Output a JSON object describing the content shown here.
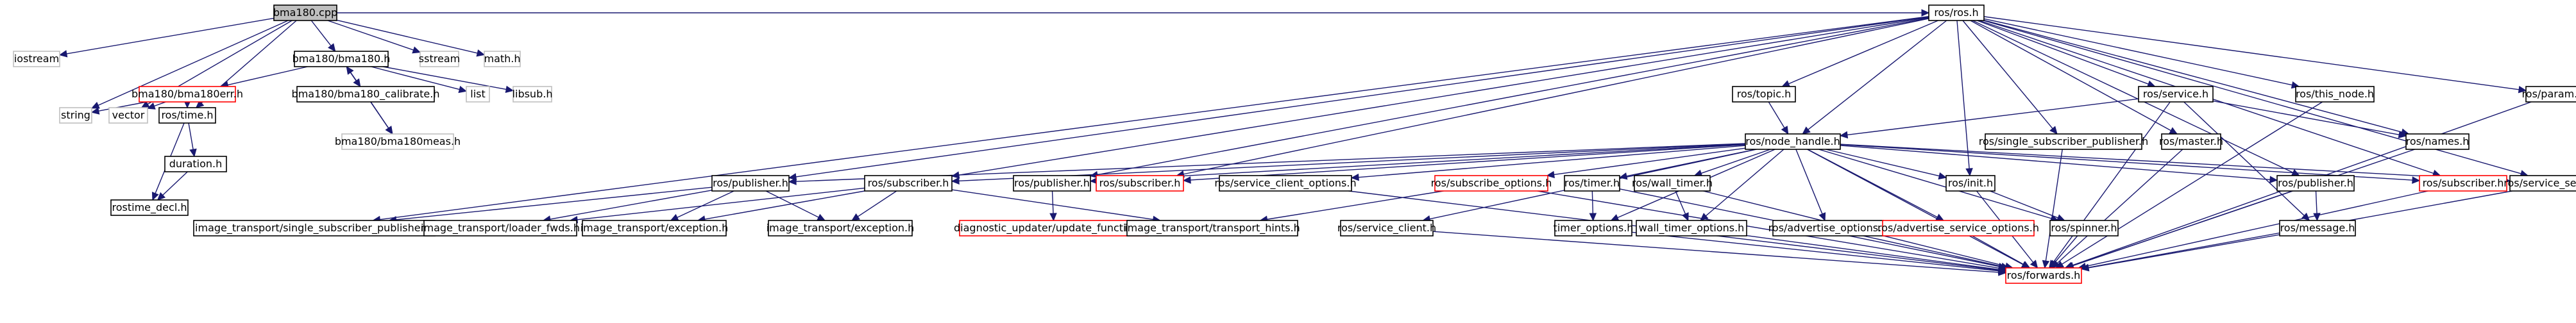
{
  "diagram": {
    "colors": {
      "edge": "#191970",
      "border_black": "#000000",
      "border_gray": "#bfbfbf",
      "border_red": "#ff0000",
      "root_fill": "#bfbfbf"
    },
    "nodes": [
      {
        "id": "n0",
        "label": "bma180.cpp",
        "style": "root"
      },
      {
        "id": "n1",
        "label": "iostream",
        "style": "gray"
      },
      {
        "id": "n2",
        "label": "string",
        "style": "gray"
      },
      {
        "id": "n3",
        "label": "vector",
        "style": "gray"
      },
      {
        "id": "n4",
        "label": "ros/time.h",
        "style": "black"
      },
      {
        "id": "n5",
        "label": "bma180/bma180.h",
        "style": "black"
      },
      {
        "id": "n6",
        "label": "sstream",
        "style": "gray"
      },
      {
        "id": "n7",
        "label": "math.h",
        "style": "gray"
      },
      {
        "id": "n8",
        "label": "ros/ros.h",
        "style": "black"
      },
      {
        "id": "n9",
        "label": "bma180/bma180err.h",
        "style": "red"
      },
      {
        "id": "n10",
        "label": "bma180/bma180_calibrate.h",
        "style": "black"
      },
      {
        "id": "n11",
        "label": "list",
        "style": "gray"
      },
      {
        "id": "n12",
        "label": "libsub.h",
        "style": "gray"
      },
      {
        "id": "n13",
        "label": "bma180/bma180meas.h",
        "style": "gray"
      },
      {
        "id": "n14",
        "label": "duration.h",
        "style": "black"
      },
      {
        "id": "n15",
        "label": "rostime_decl.h",
        "style": "black"
      },
      {
        "id": "n16",
        "label": "ros/topic.h",
        "style": "black"
      },
      {
        "id": "n17",
        "label": "ros/service.h",
        "style": "black"
      },
      {
        "id": "n18",
        "label": "ros/this_node.h",
        "style": "black"
      },
      {
        "id": "n19",
        "label": "ros/param.h",
        "style": "black"
      },
      {
        "id": "n20",
        "label": "ros/node_handle.h",
        "style": "black"
      },
      {
        "id": "n21",
        "label": "ros/single_subscriber_publisher.h",
        "style": "black"
      },
      {
        "id": "n22",
        "label": "ros/master.h",
        "style": "black"
      },
      {
        "id": "n23",
        "label": "ros/names.h",
        "style": "black"
      },
      {
        "id": "n24",
        "label": "ros/publisher.h",
        "style": "black"
      },
      {
        "id": "n25",
        "label": "ros/subscriber.h",
        "style": "black"
      },
      {
        "id": "n26",
        "label": "ros/publisher.h",
        "style": "black"
      },
      {
        "id": "n27",
        "label": "ros/subscriber.h",
        "style": "red"
      },
      {
        "id": "n28",
        "label": "ros/service_client_options.h",
        "style": "black"
      },
      {
        "id": "n29",
        "label": "ros/subscribe_options.h",
        "style": "red"
      },
      {
        "id": "n30",
        "label": "ros/timer.h",
        "style": "black"
      },
      {
        "id": "n31",
        "label": "ros/wall_timer.h",
        "style": "black"
      },
      {
        "id": "n32",
        "label": "ros/init.h",
        "style": "black"
      },
      {
        "id": "n33",
        "label": "ros/publisher.h",
        "style": "black"
      },
      {
        "id": "n34",
        "label": "ros/subscriber.h",
        "style": "red"
      },
      {
        "id": "n35",
        "label": "ros/service_server.h",
        "style": "black"
      },
      {
        "id": "n36",
        "label": "image_transport/single_subscriber_publisher.h",
        "style": "black"
      },
      {
        "id": "n37",
        "label": "image_transport/loader_fwds.h",
        "style": "black"
      },
      {
        "id": "n38",
        "label": "image_transport/exception.h",
        "style": "black"
      },
      {
        "id": "n39",
        "label": "image_transport/exception.h",
        "style": "black"
      },
      {
        "id": "n40",
        "label": "diagnostic_updater/update_functions.h",
        "style": "red"
      },
      {
        "id": "n41",
        "label": "image_transport/transport_hints.h",
        "style": "black"
      },
      {
        "id": "n42",
        "label": "ros/service_client.h",
        "style": "black"
      },
      {
        "id": "n43",
        "label": "timer_options.h",
        "style": "black"
      },
      {
        "id": "n44",
        "label": "wall_timer_options.h",
        "style": "black"
      },
      {
        "id": "n45",
        "label": "ros/advertise_options.h",
        "style": "black"
      },
      {
        "id": "n46",
        "label": "ros/advertise_service_options.h",
        "style": "red"
      },
      {
        "id": "n47",
        "label": "ros/spinner.h",
        "style": "black"
      },
      {
        "id": "n48",
        "label": "ros/message.h",
        "style": "black"
      },
      {
        "id": "n49",
        "label": "ros/forwards.h",
        "style": "red"
      }
    ],
    "edges": [
      [
        "n0",
        "n1"
      ],
      [
        "n0",
        "n2"
      ],
      [
        "n0",
        "n3"
      ],
      [
        "n0",
        "n4"
      ],
      [
        "n0",
        "n5"
      ],
      [
        "n0",
        "n6"
      ],
      [
        "n0",
        "n7"
      ],
      [
        "n0",
        "n8"
      ],
      [
        "n5",
        "n9"
      ],
      [
        "n5",
        "n10"
      ],
      [
        "n5",
        "n11"
      ],
      [
        "n5",
        "n12"
      ],
      [
        "n5",
        "n13"
      ],
      [
        "n9",
        "n2"
      ],
      [
        "n9",
        "n3"
      ],
      [
        "n9",
        "n4"
      ],
      [
        "n10",
        "n5"
      ],
      [
        "n10",
        "n13"
      ],
      [
        "n4",
        "n14"
      ],
      [
        "n4",
        "n15"
      ],
      [
        "n14",
        "n15"
      ],
      [
        "n8",
        "n16"
      ],
      [
        "n8",
        "n17"
      ],
      [
        "n8",
        "n18"
      ],
      [
        "n8",
        "n19"
      ],
      [
        "n8",
        "n20"
      ],
      [
        "n8",
        "n21"
      ],
      [
        "n8",
        "n22"
      ],
      [
        "n8",
        "n23"
      ],
      [
        "n8",
        "n24"
      ],
      [
        "n8",
        "n25"
      ],
      [
        "n8",
        "n26"
      ],
      [
        "n8",
        "n27"
      ],
      [
        "n8",
        "n32"
      ],
      [
        "n8",
        "n33"
      ],
      [
        "n8",
        "n34"
      ],
      [
        "n8",
        "n35"
      ],
      [
        "n8",
        "n36"
      ],
      [
        "n16",
        "n20"
      ],
      [
        "n17",
        "n20"
      ],
      [
        "n17",
        "n23"
      ],
      [
        "n17",
        "n48"
      ],
      [
        "n17",
        "n49"
      ],
      [
        "n18",
        "n49"
      ],
      [
        "n19",
        "n49"
      ],
      [
        "n23",
        "n49"
      ],
      [
        "n21",
        "n49"
      ],
      [
        "n22",
        "n49"
      ],
      [
        "n20",
        "n24"
      ],
      [
        "n20",
        "n25"
      ],
      [
        "n20",
        "n26"
      ],
      [
        "n20",
        "n27"
      ],
      [
        "n20",
        "n28"
      ],
      [
        "n20",
        "n29"
      ],
      [
        "n20",
        "n30"
      ],
      [
        "n20",
        "n31"
      ],
      [
        "n20",
        "n32"
      ],
      [
        "n20",
        "n33"
      ],
      [
        "n20",
        "n34"
      ],
      [
        "n20",
        "n35"
      ],
      [
        "n20",
        "n42"
      ],
      [
        "n20",
        "n43"
      ],
      [
        "n20",
        "n44"
      ],
      [
        "n20",
        "n45"
      ],
      [
        "n20",
        "n46"
      ],
      [
        "n20",
        "n47"
      ],
      [
        "n20",
        "n49"
      ],
      [
        "n24",
        "n36"
      ],
      [
        "n24",
        "n37"
      ],
      [
        "n24",
        "n38"
      ],
      [
        "n24",
        "n39"
      ],
      [
        "n25",
        "n37"
      ],
      [
        "n25",
        "n38"
      ],
      [
        "n25",
        "n39"
      ],
      [
        "n25",
        "n41"
      ],
      [
        "n26",
        "n40"
      ],
      [
        "n28",
        "n49"
      ],
      [
        "n29",
        "n41"
      ],
      [
        "n29",
        "n49"
      ],
      [
        "n30",
        "n43"
      ],
      [
        "n30",
        "n49"
      ],
      [
        "n31",
        "n44"
      ],
      [
        "n31",
        "n49"
      ],
      [
        "n32",
        "n47"
      ],
      [
        "n32",
        "n49"
      ],
      [
        "n33",
        "n48"
      ],
      [
        "n33",
        "n49"
      ],
      [
        "n34",
        "n49"
      ],
      [
        "n35",
        "n49"
      ],
      [
        "n42",
        "n49"
      ],
      [
        "n43",
        "n49"
      ],
      [
        "n44",
        "n49"
      ],
      [
        "n45",
        "n49"
      ],
      [
        "n46",
        "n49"
      ],
      [
        "n47",
        "n49"
      ],
      [
        "n48",
        "n49"
      ]
    ]
  }
}
